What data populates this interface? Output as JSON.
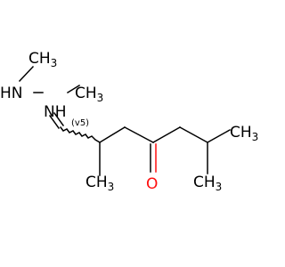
{
  "molecule": {
    "atoms": {
      "methyl_terminal": "CH3",
      "nh_left": "HN",
      "nh_right": "NH",
      "methyl_on_n": "CH3",
      "valence_note": "(v5)",
      "branch_methyl": "CH3",
      "oxygen": "O",
      "methyl_top_right": "CH3",
      "methyl_bottom_right": "CH3"
    },
    "colors": {
      "bond": "#000000",
      "oxygen": "#ff0d0d",
      "text": "#000000"
    }
  }
}
